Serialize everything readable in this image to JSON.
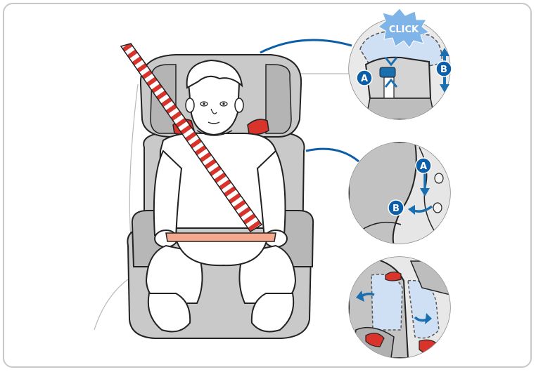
{
  "badges": {
    "click": "CLICK",
    "a1": "A",
    "b1": "B",
    "a2": "A",
    "b2": "B"
  },
  "colors": {
    "seat_gray": "#c9c9c9",
    "seat_dark": "#a9a9a9",
    "belt_red": "#d9342b",
    "lap_belt": "#f4a98f",
    "accent_blue": "#1a6fb0",
    "callout_blue": "#0d5ea8",
    "highlight_blue": "#cfe0f5"
  }
}
